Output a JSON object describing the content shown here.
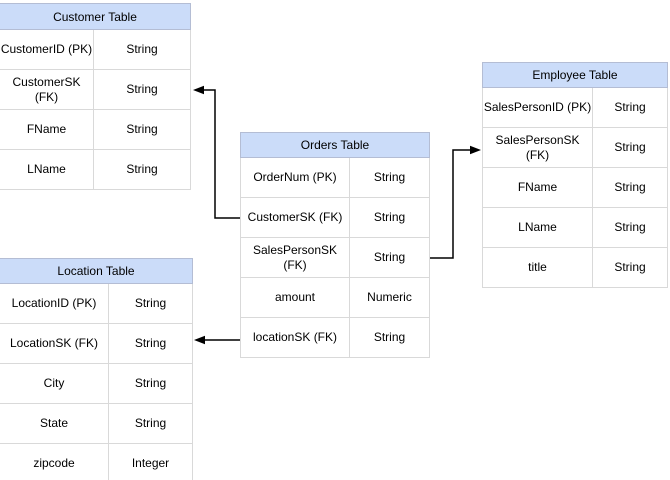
{
  "diagram": {
    "tables": [
      {
        "id": "customer",
        "title": "Customer Table",
        "rows": [
          {
            "field": "CustomerID (PK)",
            "type": "String"
          },
          {
            "field": "CustomerSK (FK)",
            "type": "String"
          },
          {
            "field": "FName",
            "type": "String"
          },
          {
            "field": "LName",
            "type": "String"
          }
        ]
      },
      {
        "id": "orders",
        "title": "Orders Table",
        "rows": [
          {
            "field": "OrderNum (PK)",
            "type": "String"
          },
          {
            "field": "CustomerSK (FK)",
            "type": "String"
          },
          {
            "field": "SalesPersonSK (FK)",
            "type": "String"
          },
          {
            "field": "amount",
            "type": "Numeric"
          },
          {
            "field": "locationSK (FK)",
            "type": "String"
          }
        ]
      },
      {
        "id": "employee",
        "title": "Employee Table",
        "rows": [
          {
            "field": "SalesPersonID (PK)",
            "type": "String"
          },
          {
            "field": "SalesPersonSK (FK)",
            "type": "String"
          },
          {
            "field": "FName",
            "type": "String"
          },
          {
            "field": "LName",
            "type": "String"
          },
          {
            "field": "title",
            "type": "String"
          }
        ]
      },
      {
        "id": "location",
        "title": "Location Table",
        "rows": [
          {
            "field": "LocationID (PK)",
            "type": "String"
          },
          {
            "field": "LocationSK (FK)",
            "type": "String"
          },
          {
            "field": "City",
            "type": "String"
          },
          {
            "field": "State",
            "type": "String"
          },
          {
            "field": "zipcode",
            "type": "Integer"
          }
        ]
      }
    ],
    "relations": [
      {
        "from": "Orders Table.CustomerSK (FK)",
        "to": "Customer Table.CustomerSK (FK)"
      },
      {
        "from": "Orders Table.SalesPersonSK (FK)",
        "to": "Employee Table.SalesPersonSK (FK)"
      },
      {
        "from": "Orders Table.locationSK (FK)",
        "to": "Location Table.LocationSK (FK)"
      }
    ],
    "colors": {
      "header_fill": "#cbdcf9",
      "header_border": "#b4bdd4",
      "cell_border": "#d9d9d9",
      "text": "#000000",
      "connector": "#000000",
      "background": "#ffffff"
    }
  }
}
